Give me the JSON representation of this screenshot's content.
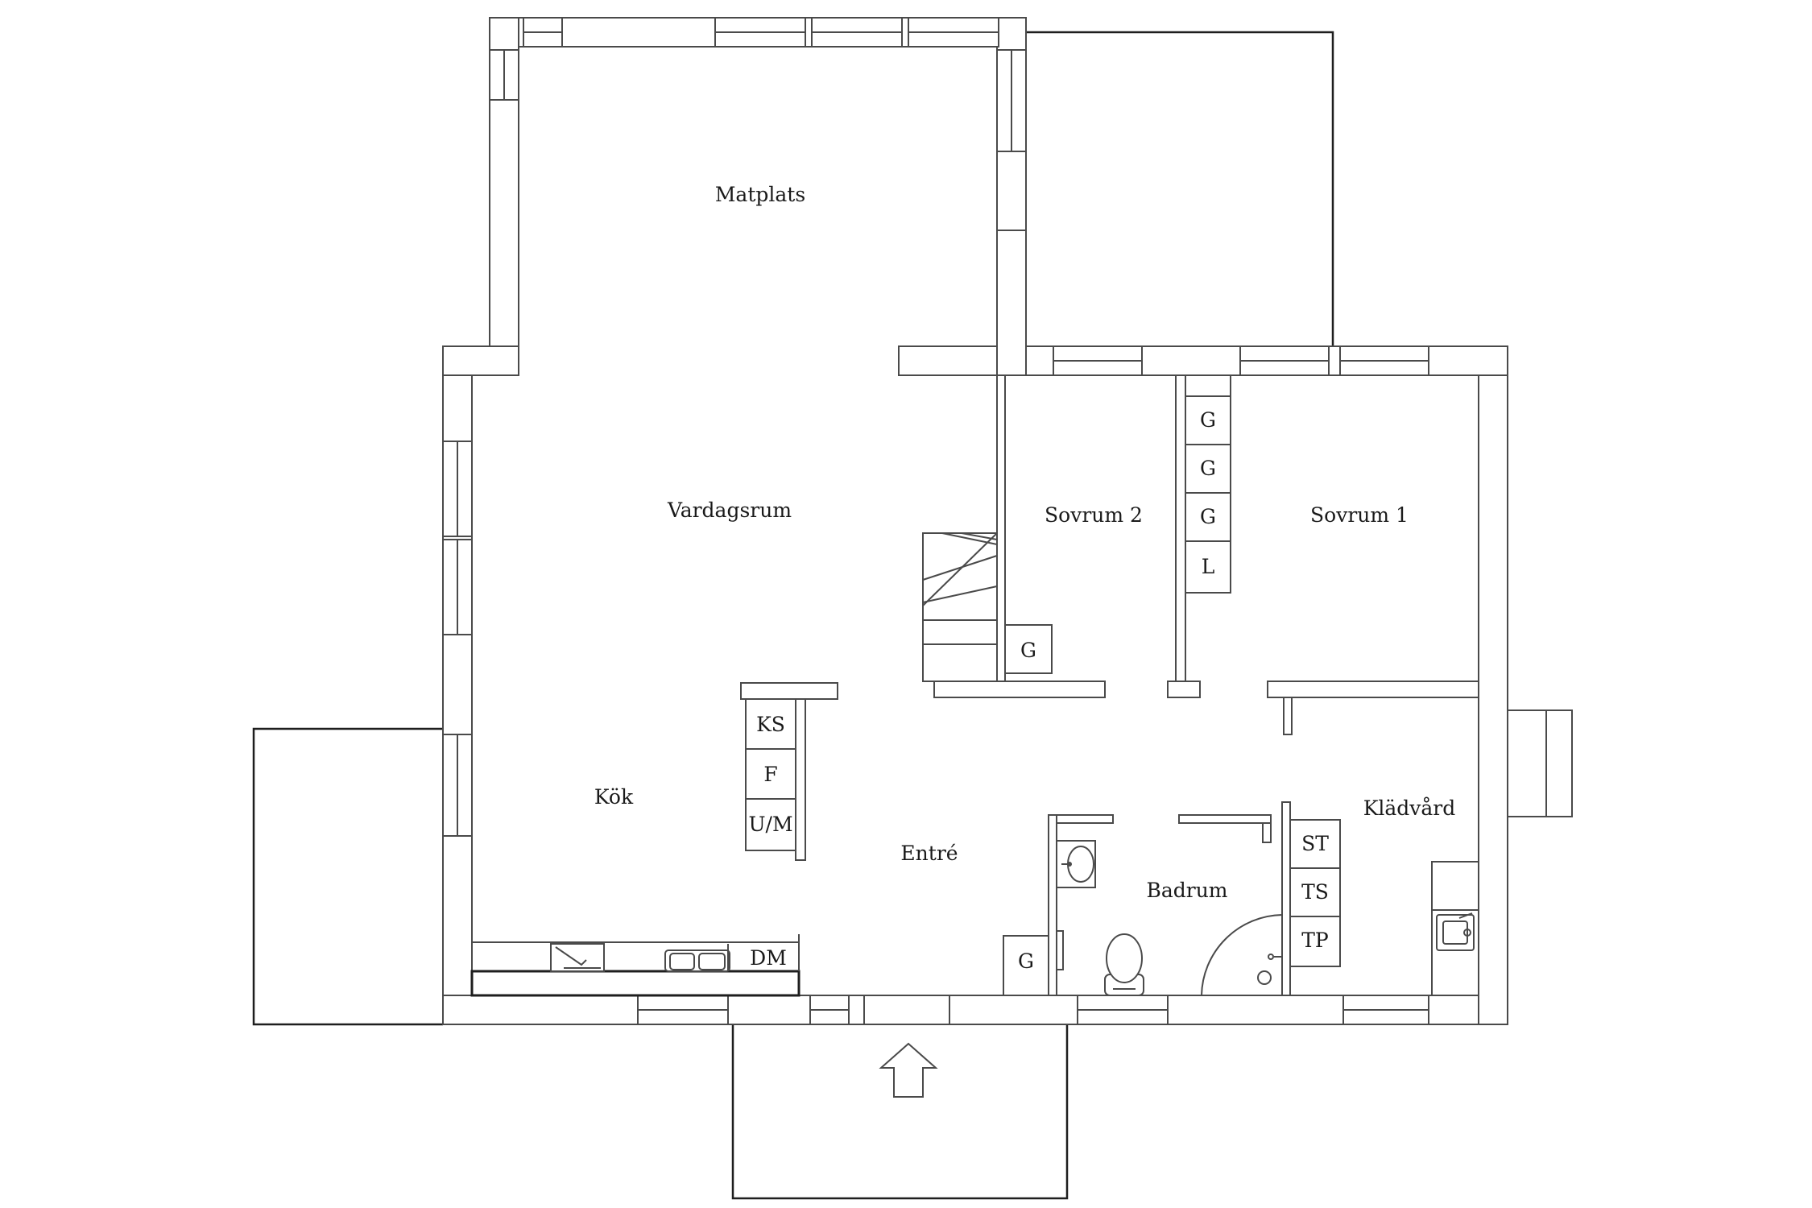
{
  "rooms": {
    "matplats": "Matplats",
    "vardagsrum": "Vardagsrum",
    "kok": "Kök",
    "entre": "Entré",
    "sovrum2": "Sovrum 2",
    "sovrum1": "Sovrum 1",
    "badrum": "Badrum",
    "kladvard": "Klädvård"
  },
  "fixtures": {
    "ks": "KS",
    "f": "F",
    "um": "U/M",
    "dm": "DM",
    "wardrobe_s2": "G",
    "wardrobe_entre": "G",
    "wardrobes_s1": [
      "G",
      "G",
      "G",
      "L"
    ],
    "laundry": [
      "ST",
      "TS",
      "TP"
    ]
  },
  "icons": {
    "entrance": "entrance-arrow-icon",
    "stairs": "stairs-icon",
    "sink": "sink-icon",
    "toilet": "toilet-icon",
    "shower": "shower-icon",
    "utility_sink": "utility-sink-icon",
    "kitchen_sink": "kitchen-sink-icon",
    "stove": "stove-icon"
  }
}
